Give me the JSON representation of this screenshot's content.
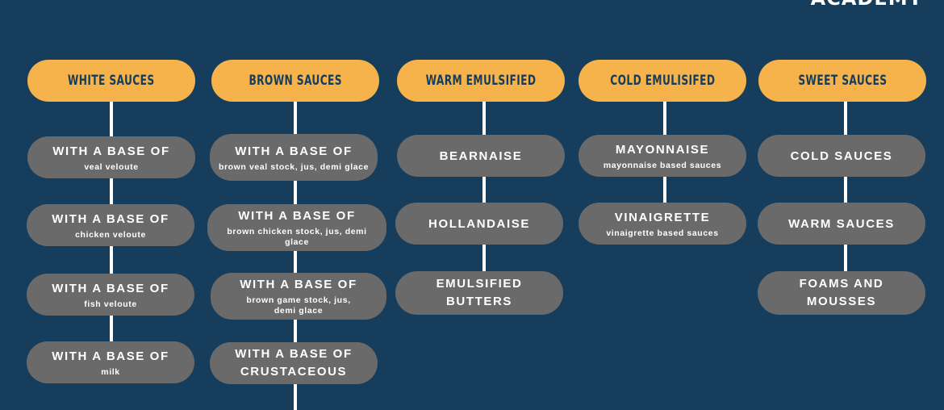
{
  "brand": {
    "text": "ACADEMY"
  },
  "columns": [
    {
      "header": "WHITE SAUCES",
      "items": [
        {
          "main": "WITH A BASE OF",
          "sub": "veal veloute"
        },
        {
          "main": "WITH A BASE OF",
          "sub": "chicken veloute"
        },
        {
          "main": "WITH A BASE OF",
          "sub": "fish veloute"
        },
        {
          "main": "WITH A BASE OF",
          "sub": "milk"
        }
      ]
    },
    {
      "header": "BROWN SAUCES",
      "items": [
        {
          "main": "WITH A BASE OF",
          "sub": "brown veal stock, jus, demi glace"
        },
        {
          "main": "WITH A BASE OF",
          "sub": "brown chicken stock, jus, demi glace"
        },
        {
          "main": "WITH A BASE OF",
          "sub": "brown game stock, jus, demi glace"
        },
        {
          "main": "WITH A BASE OF CRUSTACEOUS",
          "sub": ""
        }
      ]
    },
    {
      "header": "WARM EMULSIFIED",
      "items": [
        {
          "main": "BEARNAISE",
          "sub": ""
        },
        {
          "main": "HOLLANDAISE",
          "sub": ""
        },
        {
          "main": "EMULSIFIED BUTTERS",
          "sub": ""
        }
      ]
    },
    {
      "header": "COLD EMULISIFED",
      "items": [
        {
          "main": "MAYONNAISE",
          "sub": "mayonnaise based sauces"
        },
        {
          "main": "VINAIGRETTE",
          "sub": "vinaigrette based sauces"
        }
      ]
    },
    {
      "header": "SWEET SAUCES",
      "items": [
        {
          "main": "COLD SAUCES",
          "sub": ""
        },
        {
          "main": "WARM SAUCES",
          "sub": ""
        },
        {
          "main": "FOAMS AND MOUSSES",
          "sub": ""
        }
      ]
    }
  ]
}
